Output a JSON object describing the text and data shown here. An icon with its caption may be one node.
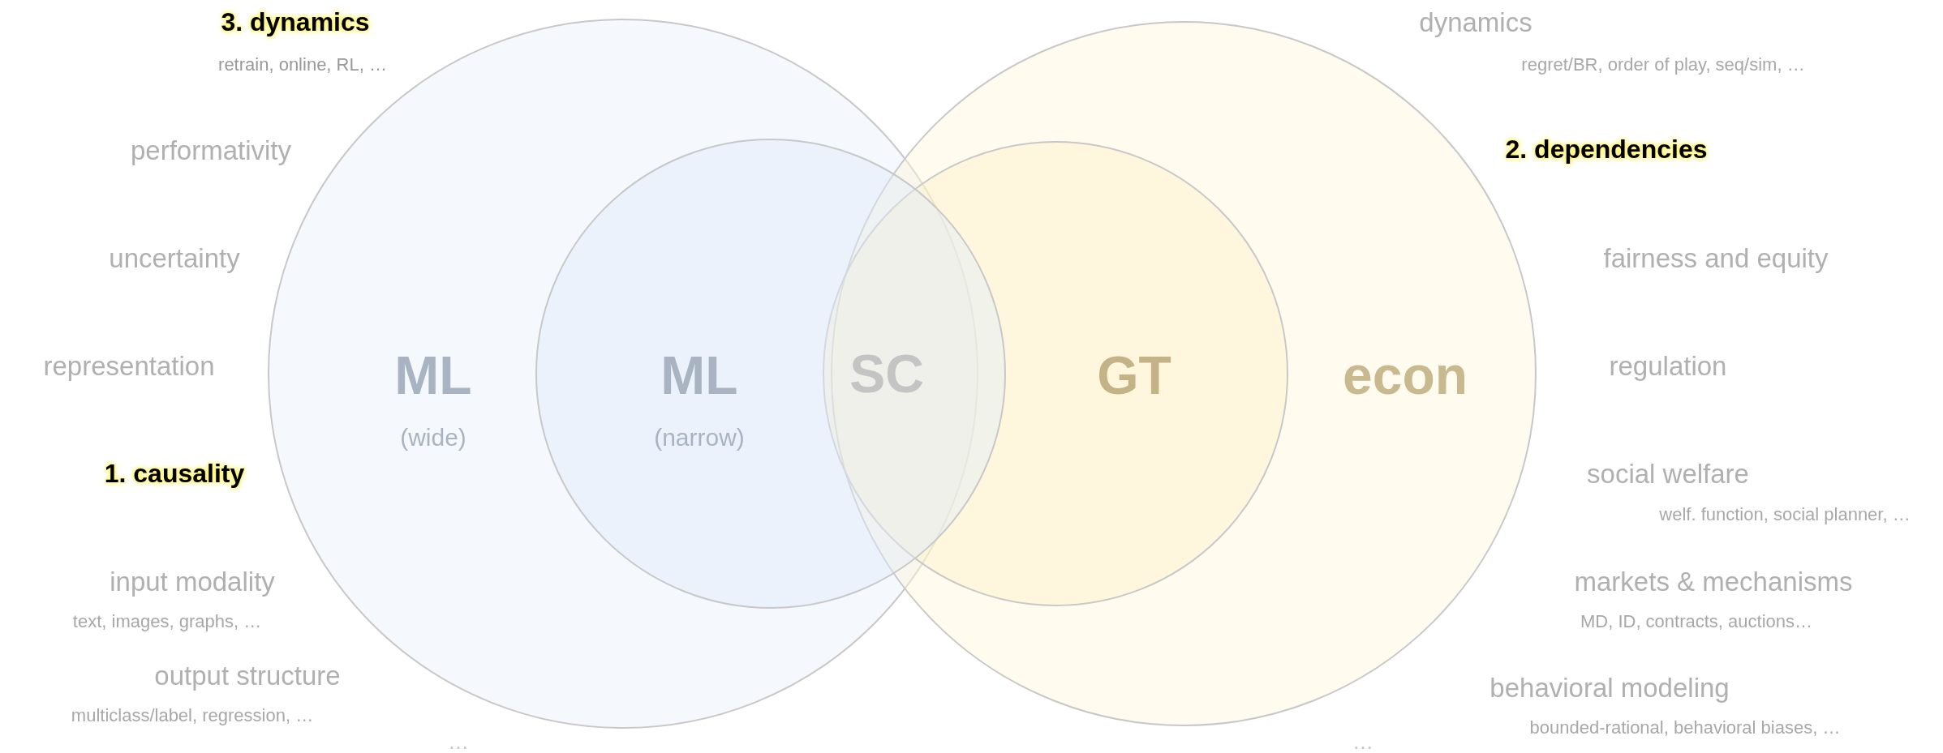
{
  "diagram": {
    "nodes": [
      {
        "text": [
          "ML",
          "(wide)"
        ]
      },
      {
        "text": [
          "ML",
          "(narrow)"
        ]
      },
      {
        "text": [
          "econ"
        ]
      },
      {
        "text": [
          "GT"
        ],
        "in": 2
      }
    ],
    "labels": [
      "3. dynamics",
      "retrain, online, RL, …",
      "performativity",
      "uncertainty",
      "representation",
      "1. causality",
      "input modality",
      "text, images, graphs, …",
      "output structure",
      "multiclass/label, regression, …",
      "…",
      "dynamics",
      "regret/BR,  order of play, seq/sim, …",
      "2. dependencies",
      "fairness and equity",
      "regulation",
      "social welfare",
      "welf. function, social planner, …",
      "markets & mechanisms",
      "MD, ID, contracts, auctions…",
      "behavioral modeling",
      "bounded-rational, behavioral biases, …",
      "…",
      "SC"
    ]
  }
}
